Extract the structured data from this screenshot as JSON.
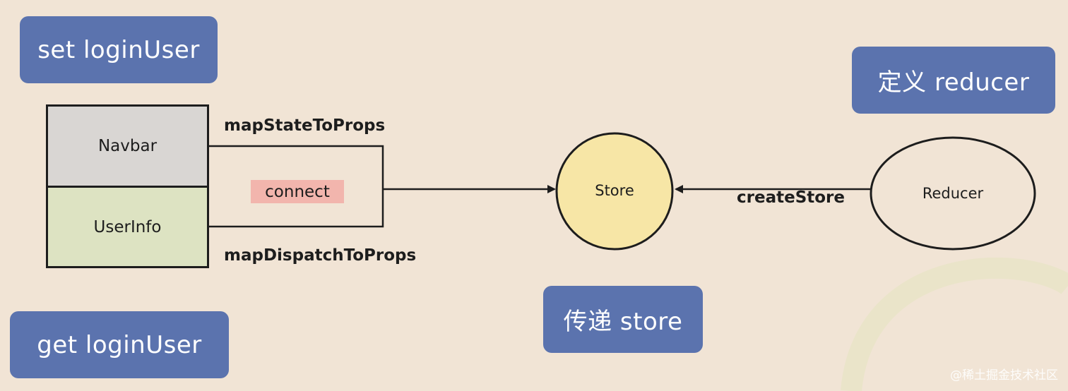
{
  "badges": {
    "set_login_user": "set loginUser",
    "get_login_user": "get loginUser",
    "define_reducer": "定义 reducer",
    "pass_store": "传递 store"
  },
  "components": {
    "navbar": "Navbar",
    "user_info": "UserInfo"
  },
  "edges": {
    "map_state_to_props": "mapStateToProps",
    "map_dispatch_to_props": "mapDispatchToProps",
    "connect": "connect",
    "create_store": "createStore"
  },
  "nodes": {
    "store": "Store",
    "reducer": "Reducer"
  },
  "colors": {
    "background": "#f1e4d5",
    "badge": "#5b73ae",
    "navbar_fill": "#d9d6d3",
    "user_info_fill": "#dde3c2",
    "store_fill": "#f7e6a6",
    "connect_fill": "#f2b5ad",
    "stroke": "#1d1d1d"
  },
  "watermark": "@稀土掘金技术社区"
}
